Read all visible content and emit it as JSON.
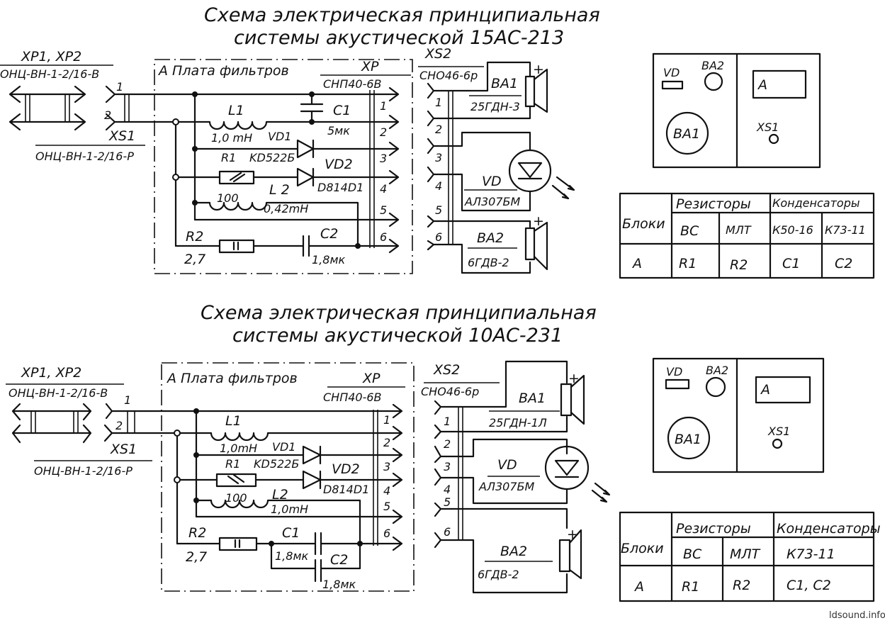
{
  "watermark": "ldsound.info",
  "schematics": [
    {
      "title_line1": "Схема электрическая принципиальная",
      "title_line2": "системы акустической 15АС-213",
      "input": {
        "plug_label": "XP1, XP2",
        "plug_type": "ОНЦ-ВН-1-2/16-В",
        "socket_label": "XS1",
        "socket_type": "ОНЦ-ВН-1-2/16-Р",
        "pins": [
          "1",
          "2"
        ]
      },
      "filter_board": {
        "title": "А Плата фильтров",
        "connector_label": "XP",
        "connector_type": "СНП40-6В",
        "pins": [
          "1",
          "2",
          "3",
          "4",
          "5",
          "6"
        ],
        "components": {
          "L1": {
            "ref": "L1",
            "value": "1,0 mH"
          },
          "C1": {
            "ref": "C1",
            "value": "5мк"
          },
          "VD1": {
            "ref": "VD1",
            "value": "KD522Б"
          },
          "R1": {
            "ref": "R1",
            "value": "100"
          },
          "VD2": {
            "ref": "VD2",
            "value": "D814D1"
          },
          "L2": {
            "ref": "L 2",
            "value": "0,42mH"
          },
          "R2": {
            "ref": "R2",
            "value": "2,7"
          },
          "C2": {
            "ref": "C2",
            "value": "1,8мк"
          }
        }
      },
      "output": {
        "socket_label": "XS2",
        "socket_type": "СНО46-6р",
        "pins": [
          "1",
          "2",
          "3",
          "4",
          "5",
          "6"
        ],
        "ba1": {
          "ref": "BA1",
          "type": "25ГДН-3"
        },
        "vd": {
          "ref": "VD",
          "type": "АЛ307БМ"
        },
        "ba2": {
          "ref": "BA2",
          "type": "6ГДВ-2"
        },
        "plus": "+"
      },
      "layout_view": {
        "vd": "VD",
        "ba2": "BA2",
        "ba1": "BA1",
        "a": "A",
        "xs1": "XS1"
      },
      "table": {
        "blocks_header": "Блоки",
        "resistors_header": "Резисторы",
        "capacitors_header": "Конденсаторы",
        "subheaders": [
          "ВС",
          "МЛТ",
          "К50-16",
          "К73-11"
        ],
        "row": [
          "А",
          "R1",
          "R2",
          "C1",
          "C2"
        ]
      }
    },
    {
      "title_line1": "Схема электрическая принципиальная",
      "title_line2": "системы акустической 10АС-231",
      "input": {
        "plug_label": "XP1, XP2",
        "plug_type": "ОНЦ-ВН-1-2/16-В",
        "socket_label": "XS1",
        "socket_type": "ОНЦ-ВН-1-2/16-Р",
        "pins": [
          "1",
          "2"
        ]
      },
      "filter_board": {
        "title": "А Плата фильтров",
        "connector_label": "XP",
        "connector_type": "СНП40-6В",
        "pins": [
          "1",
          "2",
          "3",
          "4",
          "5",
          "6"
        ],
        "components": {
          "L1": {
            "ref": "L1",
            "value": "1,0mH"
          },
          "VD1": {
            "ref": "VD1",
            "value": "KD522Б"
          },
          "R1": {
            "ref": "R1",
            "value": "100"
          },
          "VD2": {
            "ref": "VD2",
            "value": "D814D1"
          },
          "L2": {
            "ref": "L2",
            "value": "1,0mH"
          },
          "R2": {
            "ref": "R2",
            "value": "2,7"
          },
          "C1": {
            "ref": "C1",
            "value": "1,8мк"
          },
          "C2": {
            "ref": "C2",
            "value": "1,8мк"
          }
        }
      },
      "output": {
        "socket_label": "XS2",
        "socket_type": "СНО46-6р",
        "pins": [
          "1",
          "2",
          "3",
          "4",
          "5",
          "6"
        ],
        "ba1": {
          "ref": "BA1",
          "type": "25ГДН-1Л"
        },
        "vd": {
          "ref": "VD",
          "type": "АЛ307БМ"
        },
        "ba2": {
          "ref": "BA2",
          "type": "6ГДВ-2"
        },
        "plus": "+"
      },
      "layout_view": {
        "vd": "VD",
        "ba2": "BA2",
        "ba1": "BA1",
        "a": "A",
        "xs1": "XS1"
      },
      "table": {
        "blocks_header": "Блоки",
        "resistors_header": "Резисторы",
        "capacitors_header": "Конденсаторы",
        "subheaders": [
          "ВС",
          "МЛТ",
          "К73-11"
        ],
        "row": [
          "А",
          "R1",
          "R2",
          "C1, C2"
        ]
      }
    }
  ]
}
